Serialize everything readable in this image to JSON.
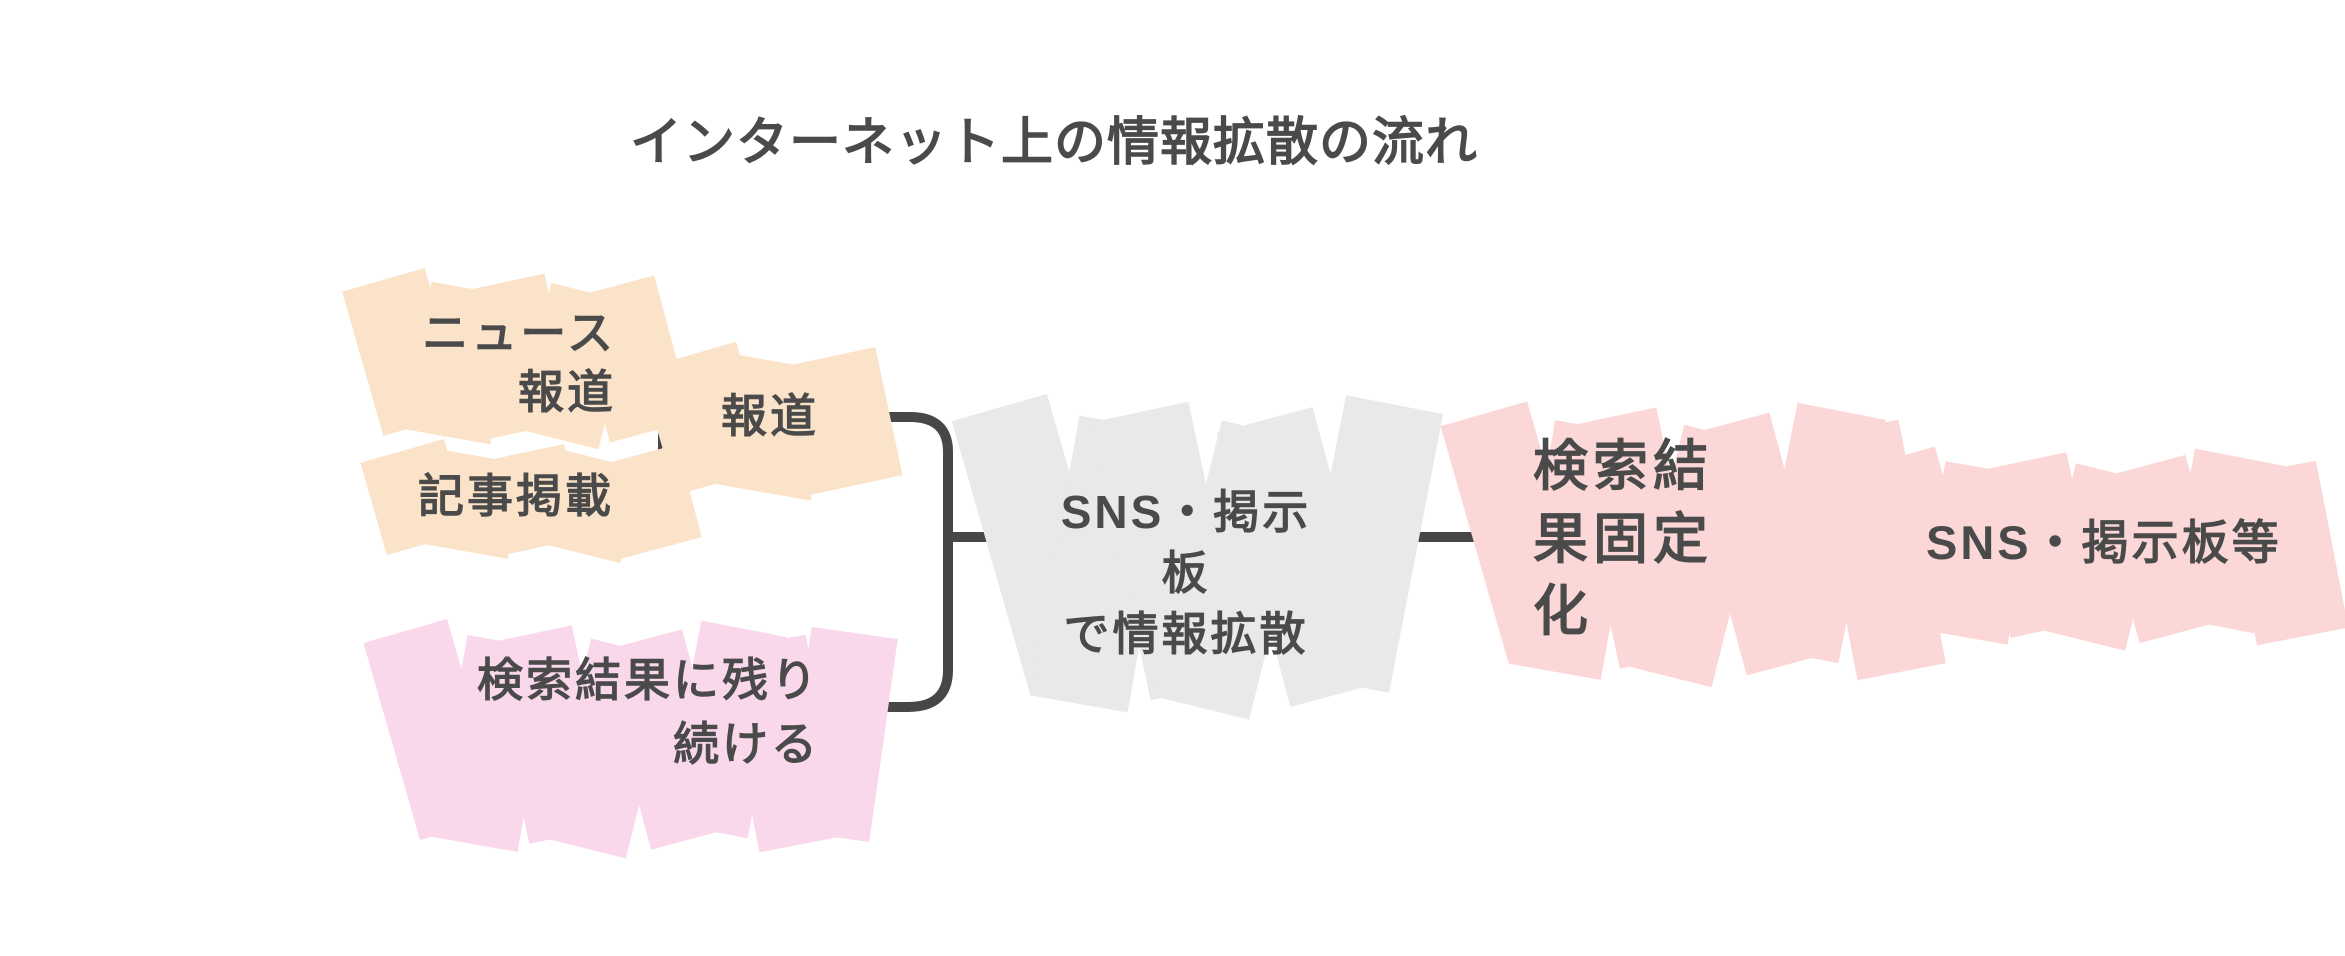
{
  "title": "インターネット上の情報拡散の流れ",
  "colors": {
    "background": "#ffffff",
    "text": "#4a4a4a",
    "connector": "#474747",
    "highlight_peach": "#fbe3ca",
    "highlight_pink": "#fad8ec",
    "highlight_gray": "#e9e9e9",
    "highlight_salmon": "#fbd7d7"
  },
  "nodes": [
    {
      "id": "news-report",
      "label": "ニュース\n報道",
      "highlight": "#fbe3ca"
    },
    {
      "id": "article-posting",
      "label": "記事掲載",
      "highlight": "#fbe3ca"
    },
    {
      "id": "press-coverage",
      "label": "報道",
      "highlight": "#fbe3ca"
    },
    {
      "id": "remain-in-search-results",
      "label": "検索結果に残り\n続ける",
      "highlight": "#fad8ec"
    },
    {
      "id": "sns-board-spread",
      "label": "SNS・掲示板\nで情報拡散",
      "highlight": "#e9e9e9"
    },
    {
      "id": "search-result-fixation",
      "label": "検索結\n果固定\n化",
      "highlight": "#fbd7d7"
    },
    {
      "id": "sns-boards-etc",
      "label": "SNS・掲示板等",
      "highlight": "#fbd7d7"
    }
  ],
  "edges": [
    {
      "from": [
        "news-report",
        "article-posting"
      ],
      "to": "sns-board-spread",
      "via": "press-coverage",
      "type": "brace"
    },
    {
      "from": [
        "press-coverage",
        "remain-in-search-results"
      ],
      "to": "sns-board-spread",
      "type": "brace"
    },
    {
      "from": "sns-board-spread",
      "to": "search-result-fixation",
      "type": "line"
    },
    {
      "from": "search-result-fixation",
      "to": "sns-boards-etc",
      "type": "line"
    }
  ]
}
